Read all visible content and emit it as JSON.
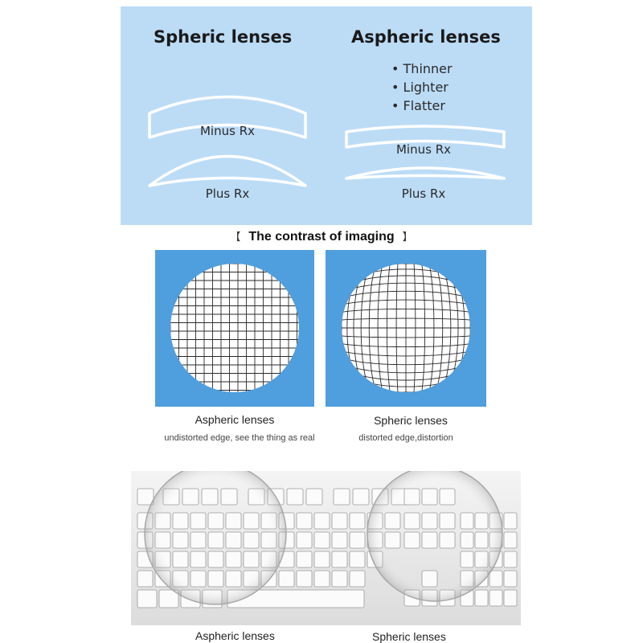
{
  "lens_comparison": {
    "spheric": {
      "title": "Spheric lenses",
      "minus_label": "Minus Rx",
      "plus_label": "Plus Rx"
    },
    "aspheric": {
      "title": "Aspheric lenses",
      "bullets": [
        "• Thinner",
        "• Lighter",
        "• Flatter"
      ],
      "minus_label": "Minus Rx",
      "plus_label": "Plus Rx"
    }
  },
  "imaging": {
    "heading_open": "【",
    "heading": "The contrast of imaging",
    "heading_close": "】",
    "left": {
      "title": "Aspheric lenses",
      "caption": "undistorted edge, see the thing as real"
    },
    "right": {
      "title": "Spheric lenses",
      "caption": "distorted edge,distortion"
    }
  },
  "keyboard": {
    "left_label": "Aspheric lenses",
    "right_label": "Spheric lenses"
  },
  "colors": {
    "panel_bg": "#bcdcf6",
    "grid_bg": "#4f9ede",
    "lens_stroke": "#ffffff"
  }
}
